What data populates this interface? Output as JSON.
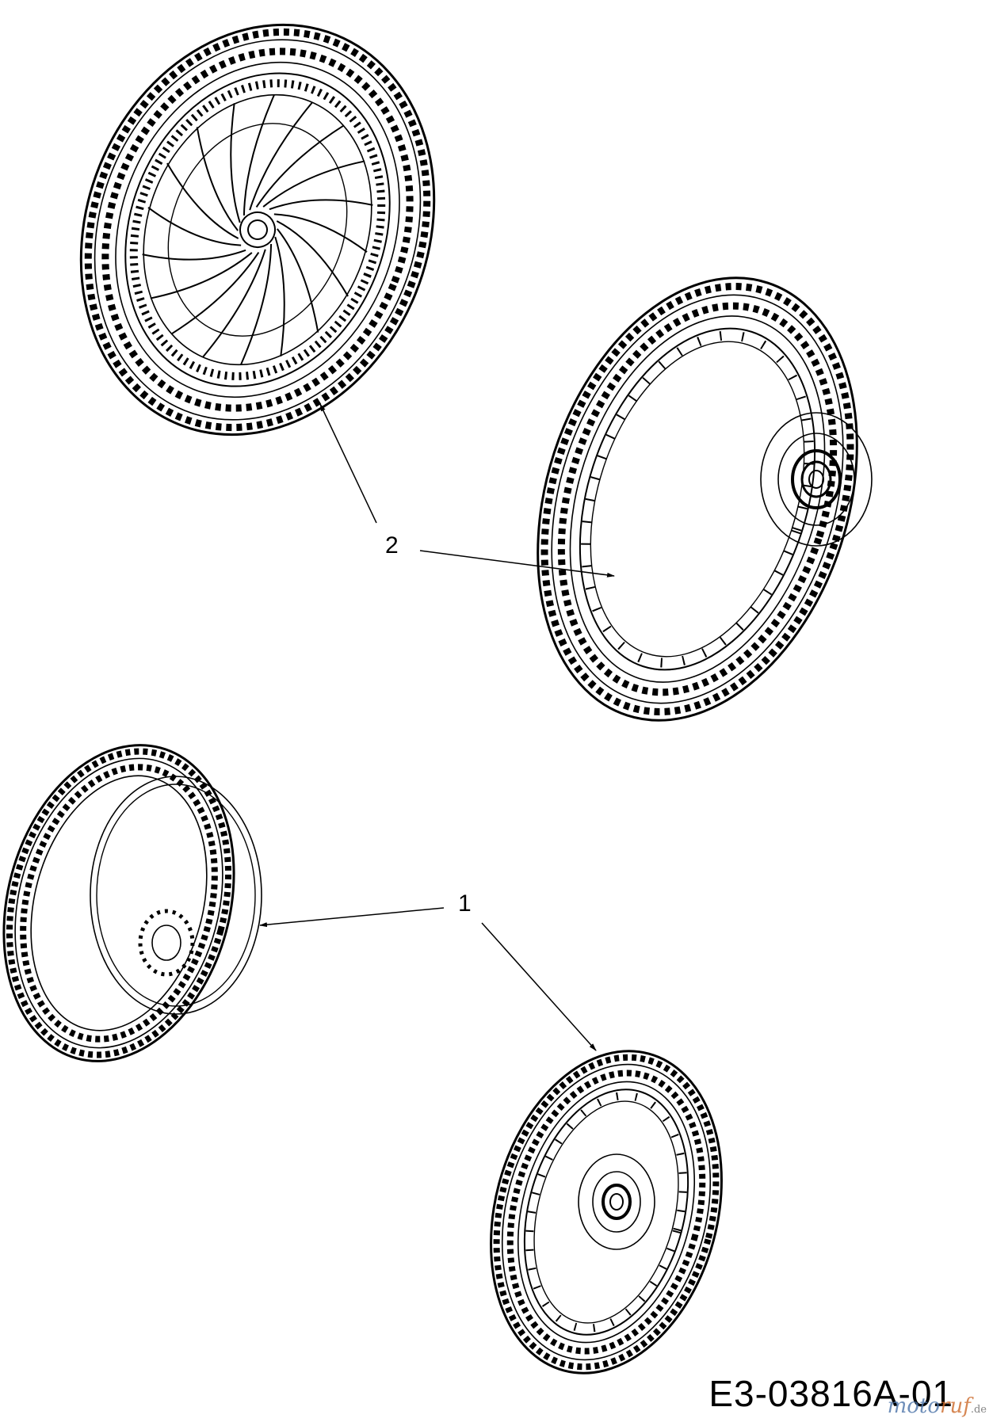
{
  "callouts": {
    "one": "1",
    "two": "2"
  },
  "drawing_code": "E3-03816A-01",
  "watermark": {
    "part1": "moto",
    "part2": "ruf",
    "tld": ".de"
  },
  "parts": [
    {
      "callout": "2",
      "icon": "drive-wheel-gear-side-icon"
    },
    {
      "callout": "2",
      "icon": "drive-wheel-hub-side-icon"
    },
    {
      "callout": "1",
      "icon": "front-wheel-hubcap-side-icon"
    },
    {
      "callout": "1",
      "icon": "front-wheel-hub-side-icon"
    }
  ],
  "colors": {
    "line": "#000000",
    "background": "#ffffff",
    "watermark_blue": "#4a73a8",
    "watermark_orange": "#cc6a2a"
  }
}
